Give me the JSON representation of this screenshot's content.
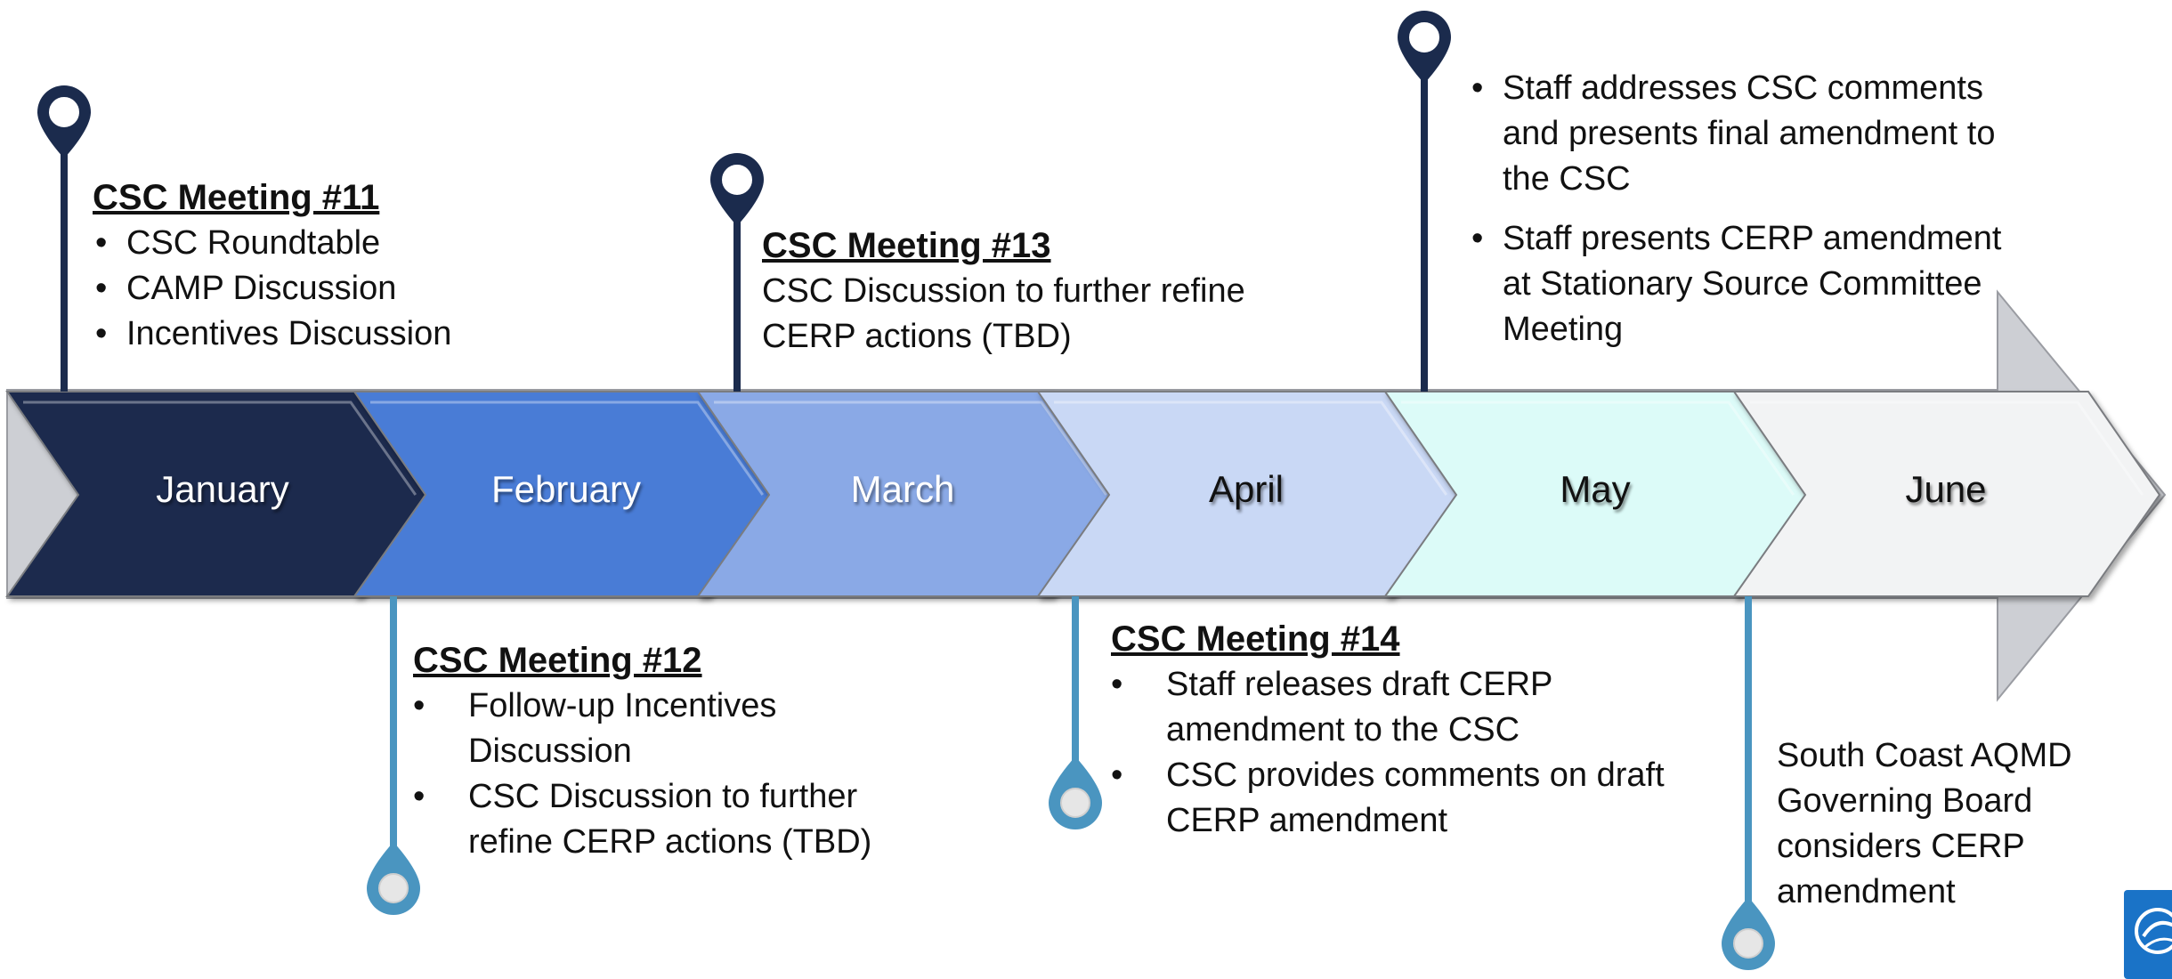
{
  "months": [
    {
      "label": "January",
      "fill": "#1b2b4d",
      "text_color": "#ffffff"
    },
    {
      "label": "February",
      "fill": "#4a7bd6",
      "text_color": "#ffffff"
    },
    {
      "label": "March",
      "fill": "#8aa9e6",
      "text_color": "#ffffff"
    },
    {
      "label": "April",
      "fill": "#c9d8f5",
      "text_color": "#111111"
    },
    {
      "label": "May",
      "fill": "#dcfbf8",
      "text_color": "#111111"
    },
    {
      "label": "June",
      "fill": "#f2f3f4",
      "text_color": "#111111"
    }
  ],
  "colors": {
    "pin_dark": "#1b2b4d",
    "pin_light": "#4a95c0",
    "arrow_gray": "#cdcfd4"
  },
  "events": {
    "meeting11": {
      "title": "CSC Meeting #11",
      "items": [
        "CSC Roundtable",
        "CAMP Discussion",
        "Incentives Discussion"
      ]
    },
    "meeting12": {
      "title": "CSC Meeting #12",
      "items": [
        "Follow-up Incentives Discussion",
        "CSC Discussion to further refine CERP actions (TBD)"
      ]
    },
    "meeting13": {
      "title": "CSC Meeting #13",
      "text": "CSC Discussion to further refine CERP actions (TBD)"
    },
    "meeting14": {
      "title": "CSC Meeting #14",
      "items": [
        "Staff releases draft CERP amendment to the CSC",
        "CSC provides comments on draft CERP amendment"
      ]
    },
    "may": {
      "items": [
        "Staff addresses CSC comments and presents final amendment to the CSC",
        "Staff presents CERP amendment at Stationary Source Committee Meeting"
      ]
    },
    "june": {
      "text": "South Coast AQMD Governing Board considers CERP amendment"
    }
  }
}
